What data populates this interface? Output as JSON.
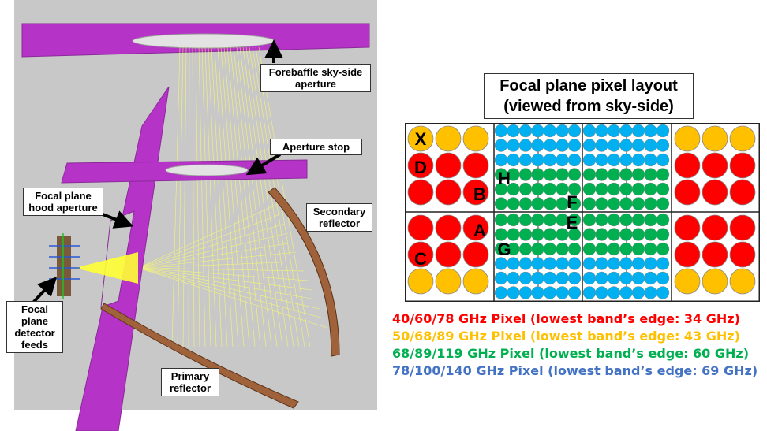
{
  "optics_view": {
    "callouts": {
      "forebaffle": "Forebaffle sky-side\naperture",
      "aperture_stop": "Aperture stop",
      "focal_plane_hood": "Focal plane\nhood aperture",
      "secondary": "Secondary\nreflector",
      "detector_feeds": "Focal plane\ndetector\nfeeds",
      "primary": "Primary\nreflector"
    },
    "colors": {
      "baffle": "#b533c7",
      "background": "#c8c8c8",
      "rays": "#ffff66",
      "reflector": "#a0623a"
    }
  },
  "focal_plane": {
    "title_line1": "Focal plane pixel layout",
    "title_line2": "(viewed from sky-side)",
    "markers": [
      "X",
      "D",
      "B",
      "H",
      "F",
      "E",
      "A",
      "C",
      "G"
    ],
    "colors": {
      "low_band": "#ff0000",
      "mid_low_band": "#ffc000",
      "mid_high_band": "#00b050",
      "high_band": "#00b0f0"
    }
  },
  "legend": [
    {
      "text": "40/60/78 GHz Pixel (lowest band’s edge: 34 GHz)",
      "color": "#ff0000"
    },
    {
      "text": "50/68/89 GHz Pixel (lowest band’s edge: 43 GHz)",
      "color": "#ffc000"
    },
    {
      "text": "68/89/119 GHz Pixel (lowest band’s edge: 60 GHz)",
      "color": "#00b050"
    },
    {
      "text": "78/100/140 GHz Pixel (lowest band’s edge: 69 GHz)",
      "color": "#4472c4"
    }
  ]
}
